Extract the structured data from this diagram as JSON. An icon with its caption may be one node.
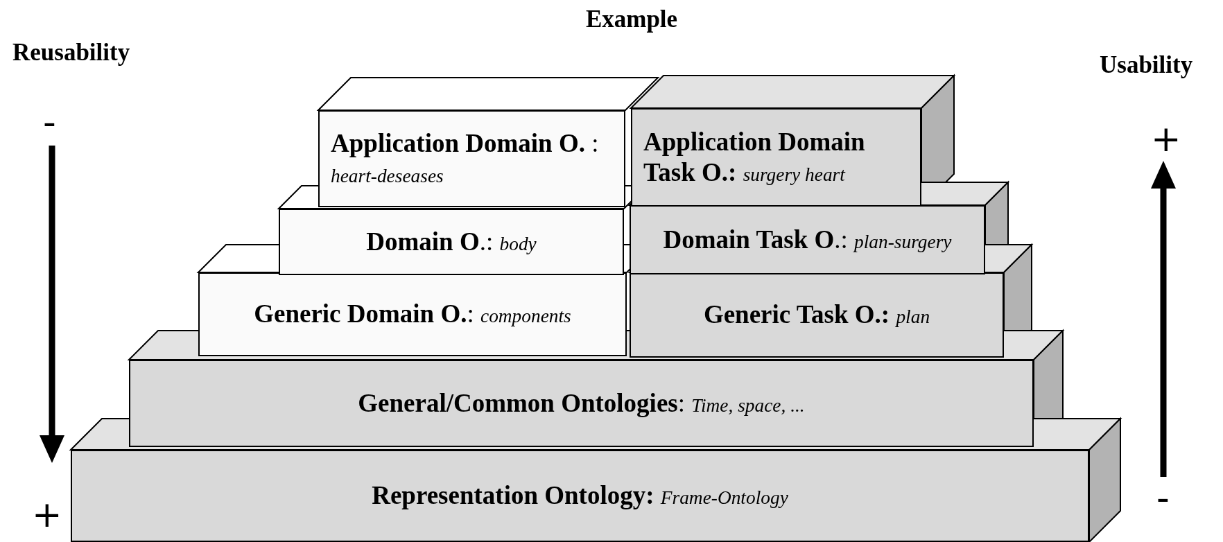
{
  "diagram": {
    "nodes": [
      {
        "text": [
          "**Application Domain O.** : *heart-deseases*"
        ]
      },
      {
        "text": [
          "**Application Domain Task O.:** *surgery heart*"
        ]
      },
      {
        "text": [
          "**Domain O**.: *body*"
        ]
      },
      {
        "text": [
          "**Domain Task O**.: *plan-surgery*"
        ]
      },
      {
        "text": [
          "**Generic Domain O.**: *components*"
        ]
      },
      {
        "text": [
          "**Generic Task O.:** *plan*"
        ]
      },
      {
        "text": [
          "**General/Common Ontologies**: *Time, space, ...*"
        ]
      },
      {
        "text": [
          "**Representation Ontology:** *Frame-Ontology*"
        ]
      }
    ],
    "edges": [],
    "labels": [
      "Example",
      "Reusability",
      "Usability",
      "-",
      "+",
      "+",
      "-"
    ]
  }
}
